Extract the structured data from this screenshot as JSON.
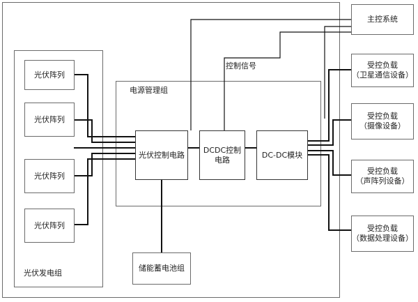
{
  "pv_array_label": "光伏阵列",
  "pv_group_label": "光伏发电组",
  "power_mgmt_label": "电源管理组",
  "pv_control_label": "光伏控制电路",
  "dcdc_control_label": "DCDC控制电路",
  "dcdc_module_label": "DC-DC模块",
  "storage_label": "储能蓄电池组",
  "main_control_label": "主控系统",
  "control_signal_label": "控制信号",
  "loads": [
    {
      "title": "受控负载",
      "sub": "（卫星通信设备）"
    },
    {
      "title": "受控负载",
      "sub": "（摄像设备）"
    },
    {
      "title": "受控负载",
      "sub": "（声阵列设备）"
    },
    {
      "title": "受控负载",
      "sub": "（数据处理设备）"
    }
  ]
}
